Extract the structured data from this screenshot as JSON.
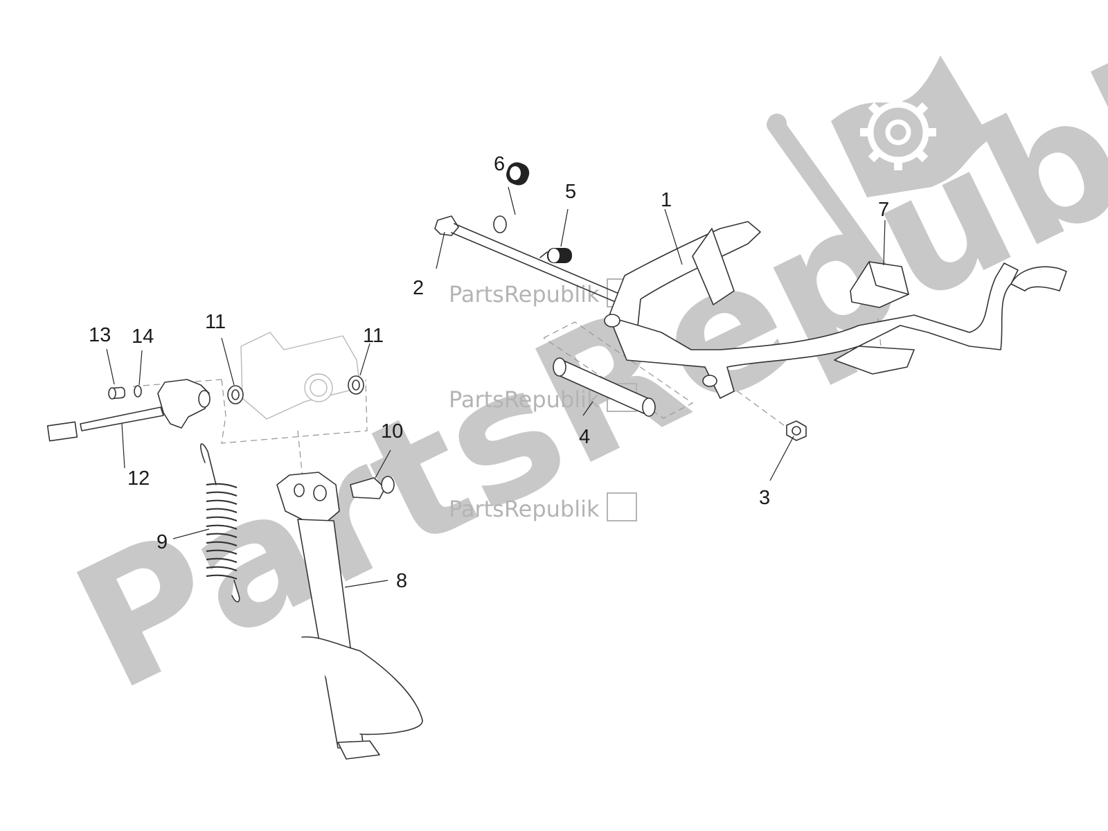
{
  "watermark": {
    "diagonal_text": "PartsRepublik",
    "repeated_text": "PartsRepublik",
    "brand_icon": "gear-flag-icon",
    "color": "#c8c8c8"
  },
  "callouts": {
    "c1": "1",
    "c2": "2",
    "c3": "3",
    "c4": "4",
    "c5": "5",
    "c6": "6",
    "c7": "7",
    "c8": "8",
    "c9": "9",
    "c10": "10",
    "c11a": "11",
    "c11b": "11",
    "c12": "12",
    "c13": "13",
    "c14": "14"
  }
}
